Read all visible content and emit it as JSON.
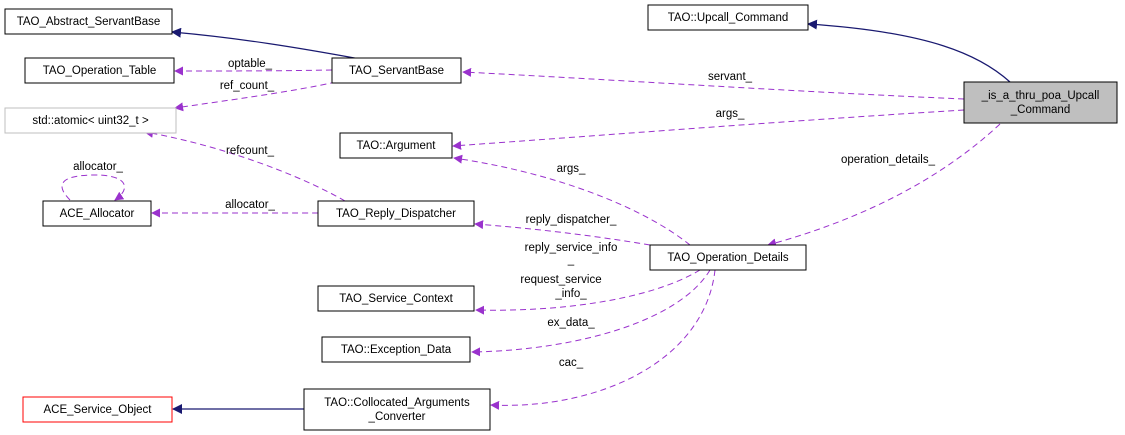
{
  "nodes": {
    "abstract_servant_base": "TAO_Abstract_ServantBase",
    "upcall_command": "TAO::Upcall_Command",
    "operation_table": "TAO_Operation_Table",
    "servant_base": "TAO_ServantBase",
    "atomic": "std::atomic< uint32_t >",
    "is_a_thru_poa_line1": "_is_a_thru_poa_Upcall",
    "is_a_thru_poa_line2": "_Command",
    "argument": "TAO::Argument",
    "ace_allocator": "ACE_Allocator",
    "reply_dispatcher": "TAO_Reply_Dispatcher",
    "operation_details": "TAO_Operation_Details",
    "service_context": "TAO_Service_Context",
    "exception_data": "TAO::Exception_Data",
    "ace_service_object": "ACE_Service_Object",
    "collocated_line1": "TAO::Collocated_Arguments",
    "collocated_line2": "_Converter"
  },
  "edge_labels": {
    "optable": "optable_",
    "ref_count": "ref_count_",
    "servant": "servant_",
    "args_focus": "args_",
    "refcount": "refcount_",
    "allocator_self": "allocator_",
    "allocator": "allocator_",
    "args_details": "args_",
    "operation_details": "operation_details_",
    "reply_dispatcher": "reply_dispatcher_",
    "reply_service_info_line1": "reply_service_info",
    "reply_service_info_line2": "_",
    "request_service_info_line1": "request_service",
    "request_service_info_line2": "_info_",
    "ex_data": "ex_data_",
    "cac": "cac_"
  },
  "colors": {
    "dependency_edge": "#9a32cd",
    "inheritance_edge": "#191970",
    "focus_fill": "#bfbfbf",
    "external_border": "#bfbfbf",
    "incomplete_border": "#ff0000"
  }
}
